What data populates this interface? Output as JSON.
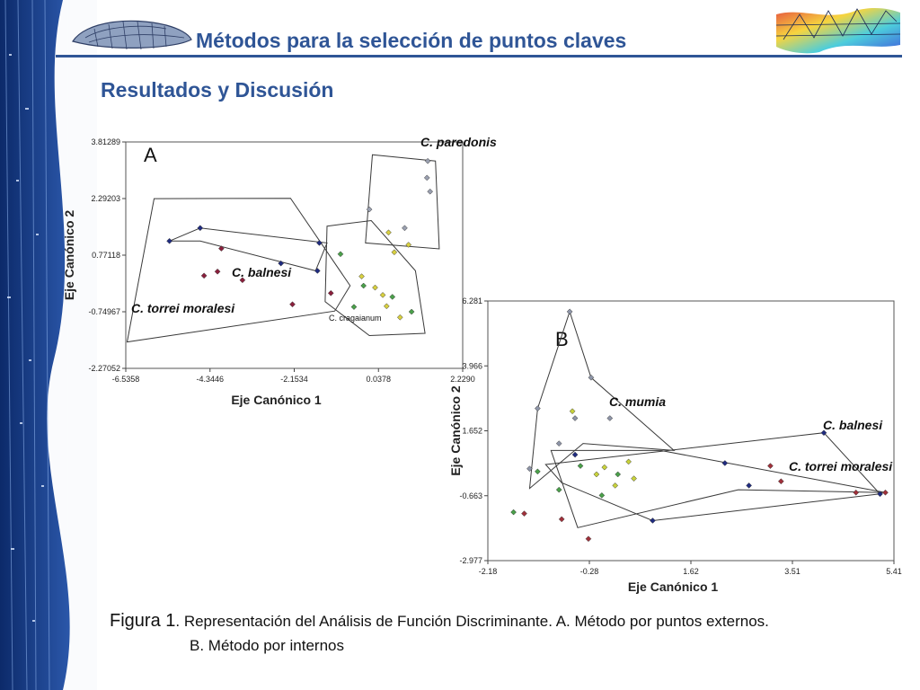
{
  "slide": {
    "title": "Métodos para la selección de puntos claves",
    "section": "Resultados y Discusión",
    "colors": {
      "accent": "#2f5596",
      "sidebar": "#1c3e86"
    }
  },
  "caption": {
    "label": "Figura 1",
    "line1": ". Representación del Análisis de Función Discriminante. A. Método por puntos externos.",
    "line2": "B. Método por internos"
  },
  "chart_data": [
    {
      "type": "scatter",
      "panel": "A",
      "xlabel": "Eje Canónico 1",
      "ylabel": "Eje Canónico 2",
      "xticks": [
        "-6.5358",
        "-4.3446",
        "-2.1534",
        "0.0378",
        "2.2290"
      ],
      "yticks": [
        "3.81289",
        "2.29203",
        "0.77118",
        "-0.74967",
        "-2.27052"
      ],
      "xlim": [
        -6.5358,
        2.229
      ],
      "ylim": [
        -2.27052,
        3.81289
      ],
      "series": [
        {
          "name": "C. paredonis",
          "color": "#9aa0b0",
          "hull": [
            [
              -0.12,
              3.47
            ],
            [
              1.52,
              3.3
            ],
            [
              1.62,
              0.94
            ],
            [
              -0.3,
              1.1
            ]
          ],
          "points": [
            [
              1.32,
              3.3
            ],
            [
              1.38,
              2.48
            ],
            [
              1.3,
              2.85
            ],
            [
              0.72,
              1.5
            ],
            [
              -0.2,
              2.0
            ]
          ]
        },
        {
          "name": "C. balnesi",
          "color": "#1f2b80",
          "hull": [
            [
              -5.4,
              1.15
            ],
            [
              -4.6,
              1.5
            ],
            [
              -1.3,
              1.1
            ],
            [
              -1.6,
              0.35
            ],
            [
              -4.6,
              1.15
            ]
          ],
          "points": [
            [
              -4.6,
              1.5
            ],
            [
              -5.4,
              1.15
            ],
            [
              -2.5,
              0.55
            ],
            [
              -1.55,
              0.35
            ],
            [
              -1.5,
              1.1
            ]
          ]
        },
        {
          "name": "C. torrei moralesi",
          "color": "#8a1f3c",
          "hull": [
            [
              -6.5,
              -1.56
            ],
            [
              -5.8,
              2.29
            ],
            [
              -2.25,
              2.3
            ],
            [
              -0.7,
              -0.05
            ],
            [
              -1.1,
              -0.73
            ]
          ],
          "points": [
            [
              -4.5,
              0.22
            ],
            [
              -4.15,
              0.33
            ],
            [
              -4.05,
              0.95
            ],
            [
              -3.5,
              0.1
            ],
            [
              -2.2,
              -0.55
            ],
            [
              -1.2,
              -0.25
            ]
          ]
        },
        {
          "name": "C. cragaianum",
          "color": "#d8d040",
          "hull": [
            [
              -1.3,
              1.55
            ],
            [
              -0.15,
              1.7
            ],
            [
              1.0,
              0.35
            ],
            [
              1.25,
              -1.33
            ],
            [
              -0.2,
              -1.39
            ],
            [
              -1.35,
              -0.48
            ]
          ],
          "points": [
            [
              0.3,
              1.38
            ],
            [
              0.45,
              0.85
            ],
            [
              0.82,
              1.05
            ],
            [
              -0.4,
              0.2
            ],
            [
              0.15,
              -0.3
            ],
            [
              0.6,
              -0.9
            ],
            [
              -0.05,
              -0.1
            ],
            [
              0.25,
              -0.6
            ]
          ]
        },
        {
          "name": "",
          "color": "#4aa04a",
          "hull": [],
          "points": [
            [
              -0.95,
              0.8
            ],
            [
              -0.35,
              -0.05
            ],
            [
              0.4,
              -0.35
            ],
            [
              0.9,
              -0.75
            ],
            [
              -0.6,
              -0.62
            ]
          ]
        }
      ]
    },
    {
      "type": "scatter",
      "panel": "B",
      "xlabel": "Eje Canónico 1",
      "ylabel": "Eje Canónico 2",
      "xticks": [
        "-2.18",
        "-0.28",
        "1.62",
        "3.51",
        "5.41"
      ],
      "yticks": [
        "6.281",
        "3.966",
        "1.652",
        "-0.663",
        "-2.977"
      ],
      "xlim": [
        -2.18,
        5.41
      ],
      "ylim": [
        -2.977,
        6.281
      ],
      "series": [
        {
          "name": "C. mumia",
          "color": "#8e95a8",
          "hull": [
            [
              -1.25,
              2.45
            ],
            [
              -0.65,
              5.9
            ],
            [
              -0.25,
              3.55
            ],
            [
              1.3,
              0.95
            ],
            [
              -0.4,
              1.2
            ],
            [
              -1.4,
              -0.4
            ]
          ],
          "points": [
            [
              -0.65,
              5.9
            ],
            [
              -0.25,
              3.55
            ],
            [
              -1.25,
              2.45
            ],
            [
              -0.55,
              2.1
            ],
            [
              -0.85,
              1.2
            ],
            [
              0.1,
              2.1
            ],
            [
              -1.4,
              0.3
            ]
          ]
        },
        {
          "name": "C. balnesi",
          "color": "#1f2b80",
          "hull": [
            [
              -1.1,
              0.45
            ],
            [
              4.1,
              1.58
            ],
            [
              5.15,
              -0.6
            ],
            [
              0.9,
              -1.55
            ],
            [
              -0.8,
              -0.2
            ]
          ],
          "points": [
            [
              4.1,
              1.58
            ],
            [
              5.15,
              -0.6
            ],
            [
              2.25,
              0.5
            ],
            [
              0.9,
              -1.55
            ],
            [
              -0.55,
              0.8
            ],
            [
              2.7,
              -0.3
            ]
          ]
        },
        {
          "name": "C. torrei moralesi",
          "color": "#a0303a",
          "hull": [
            [
              -1.0,
              0.95
            ],
            [
              1.05,
              0.95
            ],
            [
              5.25,
              -0.55
            ],
            [
              2.5,
              -0.45
            ],
            [
              -0.5,
              -1.8
            ]
          ],
          "points": [
            [
              5.25,
              -0.55
            ],
            [
              4.7,
              -0.55
            ],
            [
              3.1,
              0.4
            ],
            [
              3.3,
              -0.15
            ],
            [
              -0.8,
              -1.5
            ],
            [
              -0.3,
              -2.2
            ],
            [
              -1.5,
              -1.3
            ]
          ]
        },
        {
          "name": "",
          "color": "#c8d23a",
          "hull": [],
          "points": [
            [
              -0.15,
              0.1
            ],
            [
              0.2,
              -0.3
            ],
            [
              0.55,
              -0.05
            ],
            [
              0.45,
              0.55
            ],
            [
              -0.6,
              2.35
            ],
            [
              0.0,
              0.35
            ]
          ]
        },
        {
          "name": "",
          "color": "#4aa04a",
          "hull": [],
          "points": [
            [
              -1.7,
              -1.25
            ],
            [
              -1.25,
              0.2
            ],
            [
              -0.85,
              -0.45
            ],
            [
              -0.05,
              -0.65
            ],
            [
              0.25,
              0.1
            ],
            [
              -0.45,
              0.4
            ]
          ]
        }
      ]
    }
  ]
}
